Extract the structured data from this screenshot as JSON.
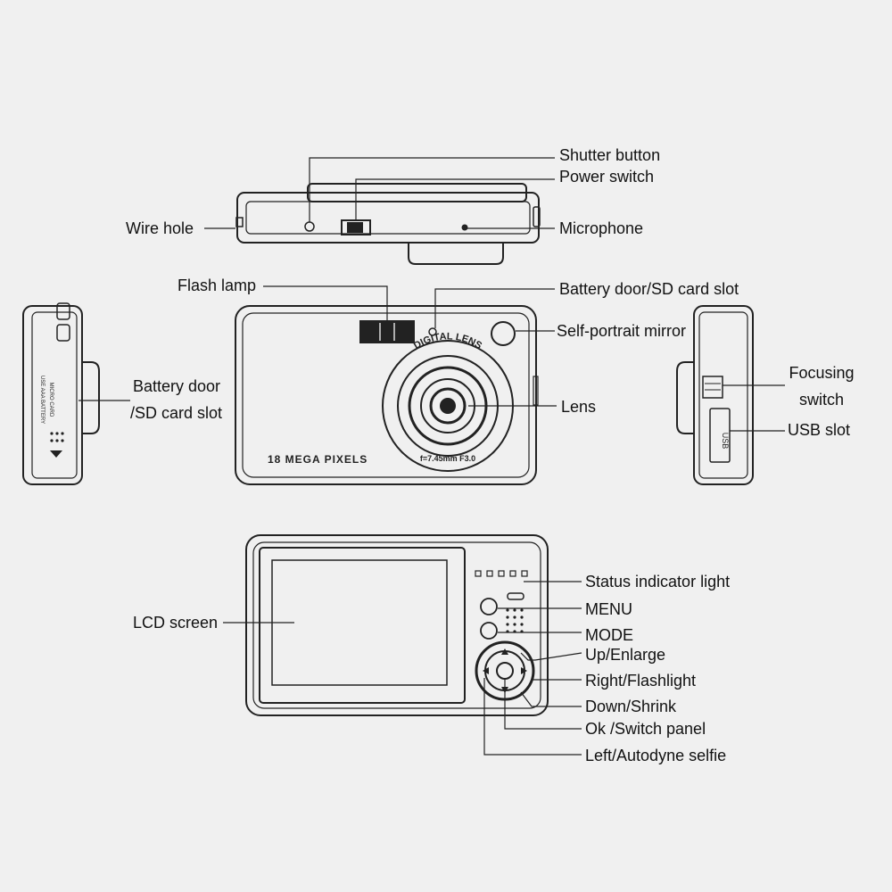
{
  "labels": {
    "shutter_button": "Shutter button",
    "power_switch": "Power switch",
    "wire_hole": "Wire hole",
    "microphone": "Microphone",
    "flash_lamp": "Flash lamp",
    "battery_door_sd_top": "Battery door/SD card slot",
    "self_portrait_mirror": "Self-portrait mirror",
    "battery_door_left_line1": "Battery door",
    "battery_door_left_line2": "/SD card slot",
    "focusing_switch_line1": "Focusing",
    "focusing_switch_line2": "switch",
    "lens": "Lens",
    "usb_slot": "USB slot",
    "lcd_screen": "LCD screen",
    "status_indicator_light": "Status indicator light",
    "menu": "MENU",
    "mode": "MODE",
    "up_enlarge": "Up/Enlarge",
    "right_flashlight": "Right/Flashlight",
    "down_shrink": "Down/Shrink",
    "ok_switch_panel": "Ok /Switch panel",
    "left_autodyne_selfie": "Left/Autodyne selfie"
  },
  "camera_print": {
    "digital_lens": "DIGITAL LENS",
    "mega_pixels": "18 MEGA PIXELS",
    "focal": "f=7.45mm F3.0",
    "usb": "USB",
    "side_text_1": "USE AAA BATTERY",
    "side_text_2": "MICRO CARD"
  },
  "colors": {
    "background": "#f0f0f0",
    "stroke": "#222222",
    "text": "#111111"
  }
}
